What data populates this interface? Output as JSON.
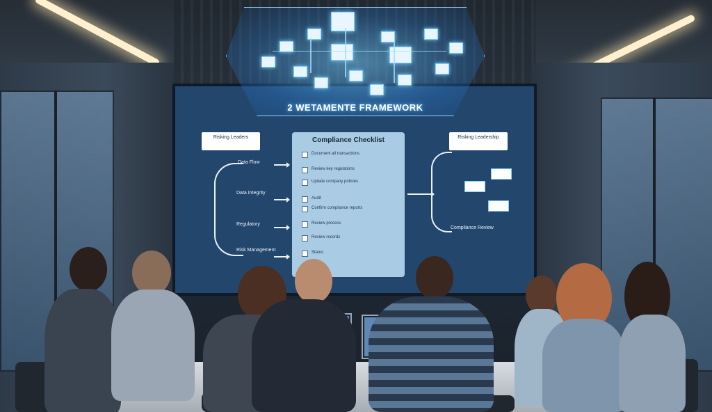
{
  "scene": {
    "hologram_title": "2 WETAMENTE FRAMEWORK",
    "checklist_title": "Compliance Checklist",
    "left_box": "Risking Leaders",
    "right_box": "Risking Leadership",
    "left_labels": [
      "Data Flow",
      "Data Integrity",
      "Regulatory",
      "Risk Management"
    ],
    "right_label": "Compliance Review",
    "checklist_items": [
      "Document all transactions",
      "Review key regulations",
      "Update company policies",
      "Audit",
      "Confirm compliance reports",
      "Review process",
      "Review records",
      "Status"
    ],
    "colors": {
      "screen_bg": "#23466d",
      "hologram": "#7fd0ff",
      "checklist_bg": "#aacbe4"
    }
  }
}
